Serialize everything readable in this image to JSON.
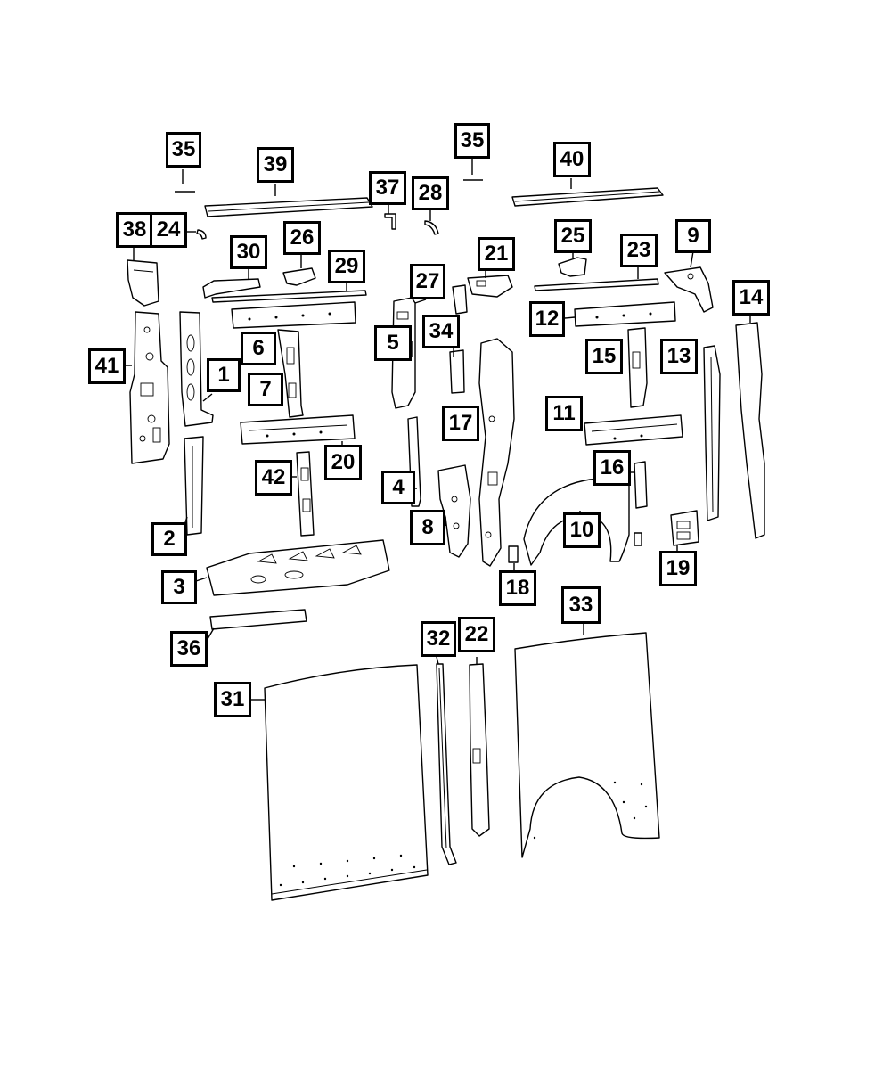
{
  "diagram": {
    "background": "#ffffff",
    "line_color": "#000000",
    "callouts": [
      {
        "id": "c1",
        "text": "1"
      },
      {
        "id": "c2",
        "text": "2"
      },
      {
        "id": "c3",
        "text": "3"
      },
      {
        "id": "c4",
        "text": "4"
      },
      {
        "id": "c5",
        "text": "5"
      },
      {
        "id": "c6",
        "text": "6"
      },
      {
        "id": "c7",
        "text": "7"
      },
      {
        "id": "c8",
        "text": "8"
      },
      {
        "id": "c9",
        "text": "9"
      },
      {
        "id": "c10",
        "text": "10"
      },
      {
        "id": "c11",
        "text": "11"
      },
      {
        "id": "c12",
        "text": "12"
      },
      {
        "id": "c13",
        "text": "13"
      },
      {
        "id": "c14",
        "text": "14"
      },
      {
        "id": "c15",
        "text": "15"
      },
      {
        "id": "c16",
        "text": "16"
      },
      {
        "id": "c17",
        "text": "17"
      },
      {
        "id": "c18",
        "text": "18"
      },
      {
        "id": "c19",
        "text": "19"
      },
      {
        "id": "c20",
        "text": "20"
      },
      {
        "id": "c21",
        "text": "21"
      },
      {
        "id": "c22",
        "text": "22"
      },
      {
        "id": "c23",
        "text": "23"
      },
      {
        "id": "c24",
        "text": "24"
      },
      {
        "id": "c25",
        "text": "25"
      },
      {
        "id": "c26",
        "text": "26"
      },
      {
        "id": "c27",
        "text": "27"
      },
      {
        "id": "c28",
        "text": "28"
      },
      {
        "id": "c29",
        "text": "29"
      },
      {
        "id": "c30",
        "text": "30"
      },
      {
        "id": "c31",
        "text": "31"
      },
      {
        "id": "c32",
        "text": "32"
      },
      {
        "id": "c33",
        "text": "33"
      },
      {
        "id": "c34",
        "text": "34"
      },
      {
        "id": "c35a",
        "text": "35"
      },
      {
        "id": "c35b",
        "text": "35"
      },
      {
        "id": "c36",
        "text": "36"
      },
      {
        "id": "c37",
        "text": "37"
      },
      {
        "id": "c38",
        "text": "38"
      },
      {
        "id": "c39",
        "text": "39"
      },
      {
        "id": "c40",
        "text": "40"
      },
      {
        "id": "c41",
        "text": "41"
      },
      {
        "id": "c42",
        "text": "42"
      }
    ]
  }
}
